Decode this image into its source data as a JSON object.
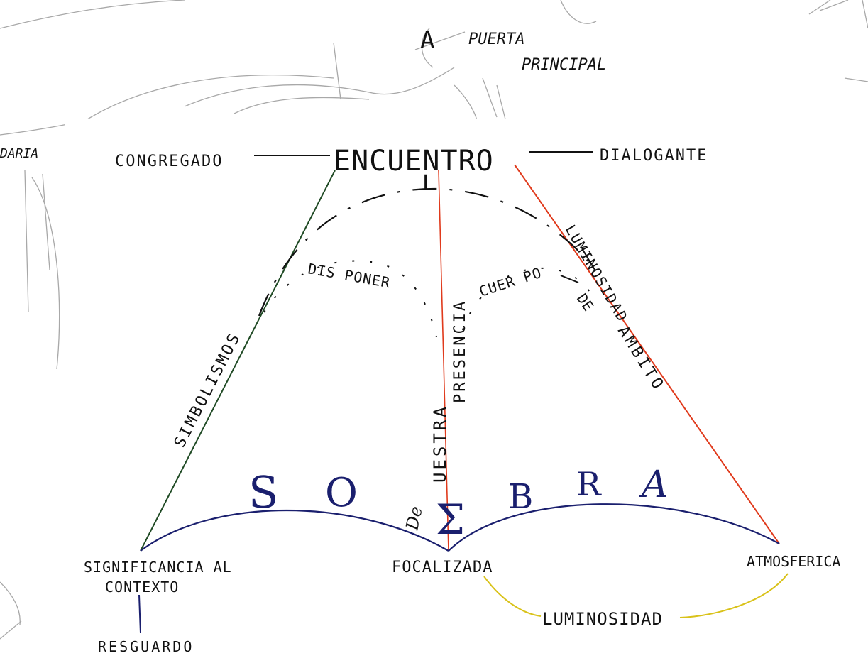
{
  "background_sketch": {
    "label_a": "A",
    "label_puerta": "PUERTA",
    "label_principal": "PRINCIPAL",
    "label_left": "DARIA"
  },
  "nodes": {
    "top": "ENCUENTRO",
    "top_left": "CONGREGADO",
    "top_right": "DIALOGANTE",
    "top_l": "L",
    "bottom_left_line1": "SIGNIFICANCIA AL",
    "bottom_left_line2": "CONTEXTO",
    "bottom_left_sub": "RESGUARDO",
    "bottom_center": "FOCALIZADA",
    "bottom_right": "ATMOSFERICA"
  },
  "edges": {
    "left": "SIMBOLISMOS",
    "center_a": "UESTRA",
    "center_b": "PRESENCIA",
    "right_a": "LUMINOSIDAD",
    "right_b": "DE",
    "right_c": "AMBITO"
  },
  "arches": {
    "left": "DIS PONER",
    "right": "CUER PO"
  },
  "sombra_letters": [
    "S",
    "O",
    "Σ",
    "B",
    "R",
    "A"
  ],
  "sombra_prefix": "De",
  "bottom_arc_label": "LUMINOSIDAD",
  "colors": {
    "ink": "#111111",
    "navy": "#1a1f6e",
    "green": "#1f4a24",
    "red": "#e03a1c",
    "yellow": "#d9c21a",
    "pencil": "#9a9a9a"
  }
}
